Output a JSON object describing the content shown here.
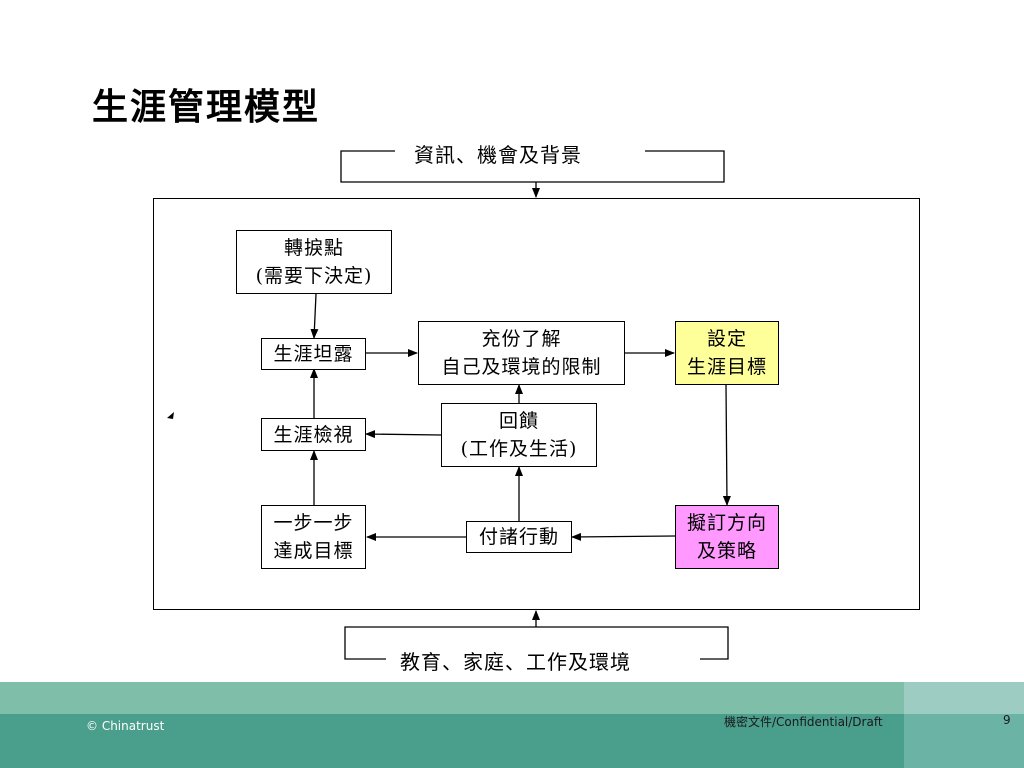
{
  "slide": {
    "title": "生涯管理模型",
    "top_context": "資訊、機會及背景",
    "bottom_context": "教育、家庭、工作及環境"
  },
  "nodes": {
    "turning_point": {
      "line1": "轉捩點",
      "line2": "(需要下決定)"
    },
    "career_exposure": {
      "line1": "生涯坦露"
    },
    "understand": {
      "line1": "充份了解",
      "line2": "自己及環境的限制"
    },
    "set_goal": {
      "line1": "設定",
      "line2": "生涯目標",
      "fill": "#ffff99"
    },
    "career_review": {
      "line1": "生涯檢視"
    },
    "feedback": {
      "line1": "回饋",
      "line2": "(工作及生活)"
    },
    "step_by_step": {
      "line1": "一步一步",
      "line2": "達成目標"
    },
    "take_action": {
      "line1": "付諸行動"
    },
    "plan_direction": {
      "line1": "擬訂方向",
      "line2": "及策略",
      "fill": "#ff99ff"
    }
  },
  "footer": {
    "copyright": "© Chinatrust",
    "confidential": "機密文件/Confidential/Draft",
    "page_number": "9"
  },
  "colors": {
    "footer_band_light": "#7fbfaa",
    "footer_band_dark": "#4a9e8c"
  }
}
